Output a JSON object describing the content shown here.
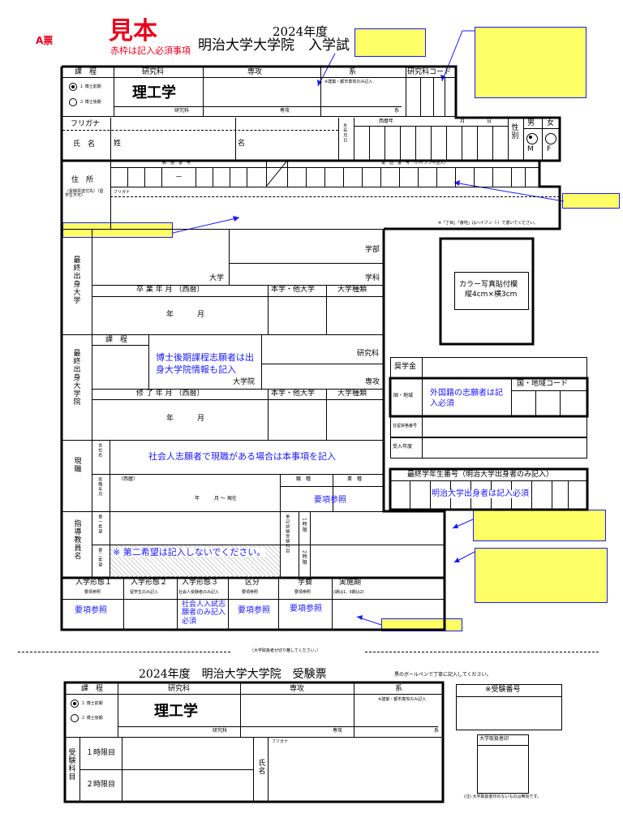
{
  "header": {
    "ticket": "A票",
    "sample": "見本",
    "red_note": "赤枠は記入必須事項",
    "year": "2024年度",
    "title": "明治大学大学院　入学試"
  },
  "app": {
    "h_course": "課　程",
    "h_graduate": "研究科",
    "h_major": "専攻",
    "h_series": "系",
    "h_code": "研究科コード",
    "note_major": "※建築・都市専攻のみ記入",
    "opt1": "１ 博士前期",
    "opt2": "２ 博士後期",
    "graduate_value": "理工学",
    "s_graduate": "研究科",
    "s_major": "専攻",
    "s_series": "系"
  },
  "name": {
    "furigana": "フリガナ",
    "label": "氏　名",
    "sei": "姓",
    "mei": "名",
    "birth": "生年月日",
    "seireki": "西暦年",
    "month": "月",
    "day": "日",
    "sex": "性別",
    "male": "男",
    "female": "女",
    "m": "M",
    "f": "F"
  },
  "address": {
    "label": "住　所",
    "sub": "（受験票送付先）（留学生不可）",
    "postal": "郵　便　番　号",
    "dash": "－",
    "phone": "電　話　番　号　（ハイフン不記入）",
    "furigana": "フリガナ",
    "note": "※「丁目」「番地」はハイフン（-）で書いてください。"
  },
  "univ": {
    "label": "最終出身大学",
    "faculty": "学部",
    "dept": "学科",
    "daigaku": "大学",
    "grad_ym": "卒 業 年 月 （西暦）",
    "own_other": "本学・他大学",
    "type": "大学種類",
    "year": "年",
    "month": "月"
  },
  "grad": {
    "label": "最終出身大学院",
    "course": "課　程",
    "note": "博士後期課程志願者は出身大学院情報も記入",
    "kenkyuka": "研究科",
    "daigakuin": "大学院",
    "major": "専攻",
    "comp_ym": "修 了 年 月 （西暦）",
    "own_other": "本学・他大学",
    "type": "大学種類",
    "year": "年",
    "month": "月"
  },
  "photo": {
    "line1": "カラー写真貼付欄",
    "line2": "縦4cm×横3cm"
  },
  "foreign": {
    "scholar": "奨学金",
    "country": "国・地域",
    "code": "国・地域コード",
    "note": "外国籍の志願者は記入必須",
    "visa": "在留資格番号",
    "entry": "受入年度"
  },
  "job": {
    "label": "現職",
    "company": "会社名",
    "note": "社会人志願者で現職がある場合は本事項を記入",
    "period": "就職年月",
    "seireki": "（西暦）",
    "ym": "年　　　月 ～ 現在",
    "position": "職　種",
    "business": "業　種",
    "ref": "要項参照"
  },
  "student_no": {
    "title": "最終学年生番号（明治大学出身者のみ記入）",
    "note": "明治大学出身者は記入必須"
  },
  "advisor": {
    "label": "指導教員名",
    "first": "第一希望",
    "second": "第二希望",
    "note": "※ 第二希望は記入しないでください。",
    "exam": "筆記試験受験科目",
    "p1": "1時限",
    "p2": "2時限"
  },
  "bottom": {
    "h1": "入学形態１",
    "h2": "入学形態２",
    "h3": "入学形態３",
    "h4": "区分",
    "h5": "学費",
    "h6": "実施期",
    "s1": "要項参照",
    "s2": "留学生のみ記入",
    "s3": "社会人受験者のみ記入",
    "s4": "要項参照",
    "s5": "要項参照",
    "s6": "(期は1、Ⅱ期は2)",
    "v1": "要項参照",
    "v3": "社会人入試志願者のみ記入必須",
    "v4": "要項参照",
    "v5": "要項参照"
  },
  "cut": "（大学取扱者が切り離してください。）",
  "ticket2": {
    "title": "2024年度　明治大学大学院　受験票",
    "instruction": "黒のボールペンで丁寧に記入してください。",
    "h_course": "課　程",
    "h_graduate": "研究科",
    "h_major": "専攻",
    "h_series": "系",
    "note_major": "※建築・都市専攻のみ記入",
    "opt1": "１ 博士前期",
    "opt2": "２ 博士後期",
    "graduate_value": "理工学",
    "s_graduate": "研究科",
    "s_major": "専攻",
    "s_series": "系",
    "exam_label": "受験科目",
    "p1": "１時限目",
    "p2": "２時限目",
    "name_label": "氏名",
    "furigana": "フリガナ",
    "exam_no": "※受験番号",
    "seal": "大学取扱者印",
    "foot": "(注) 大学取扱者印のないものは無効です。"
  },
  "colors": {
    "red": "#e8001c",
    "blue": "#1a1aff",
    "yellow": "#ffff66"
  }
}
